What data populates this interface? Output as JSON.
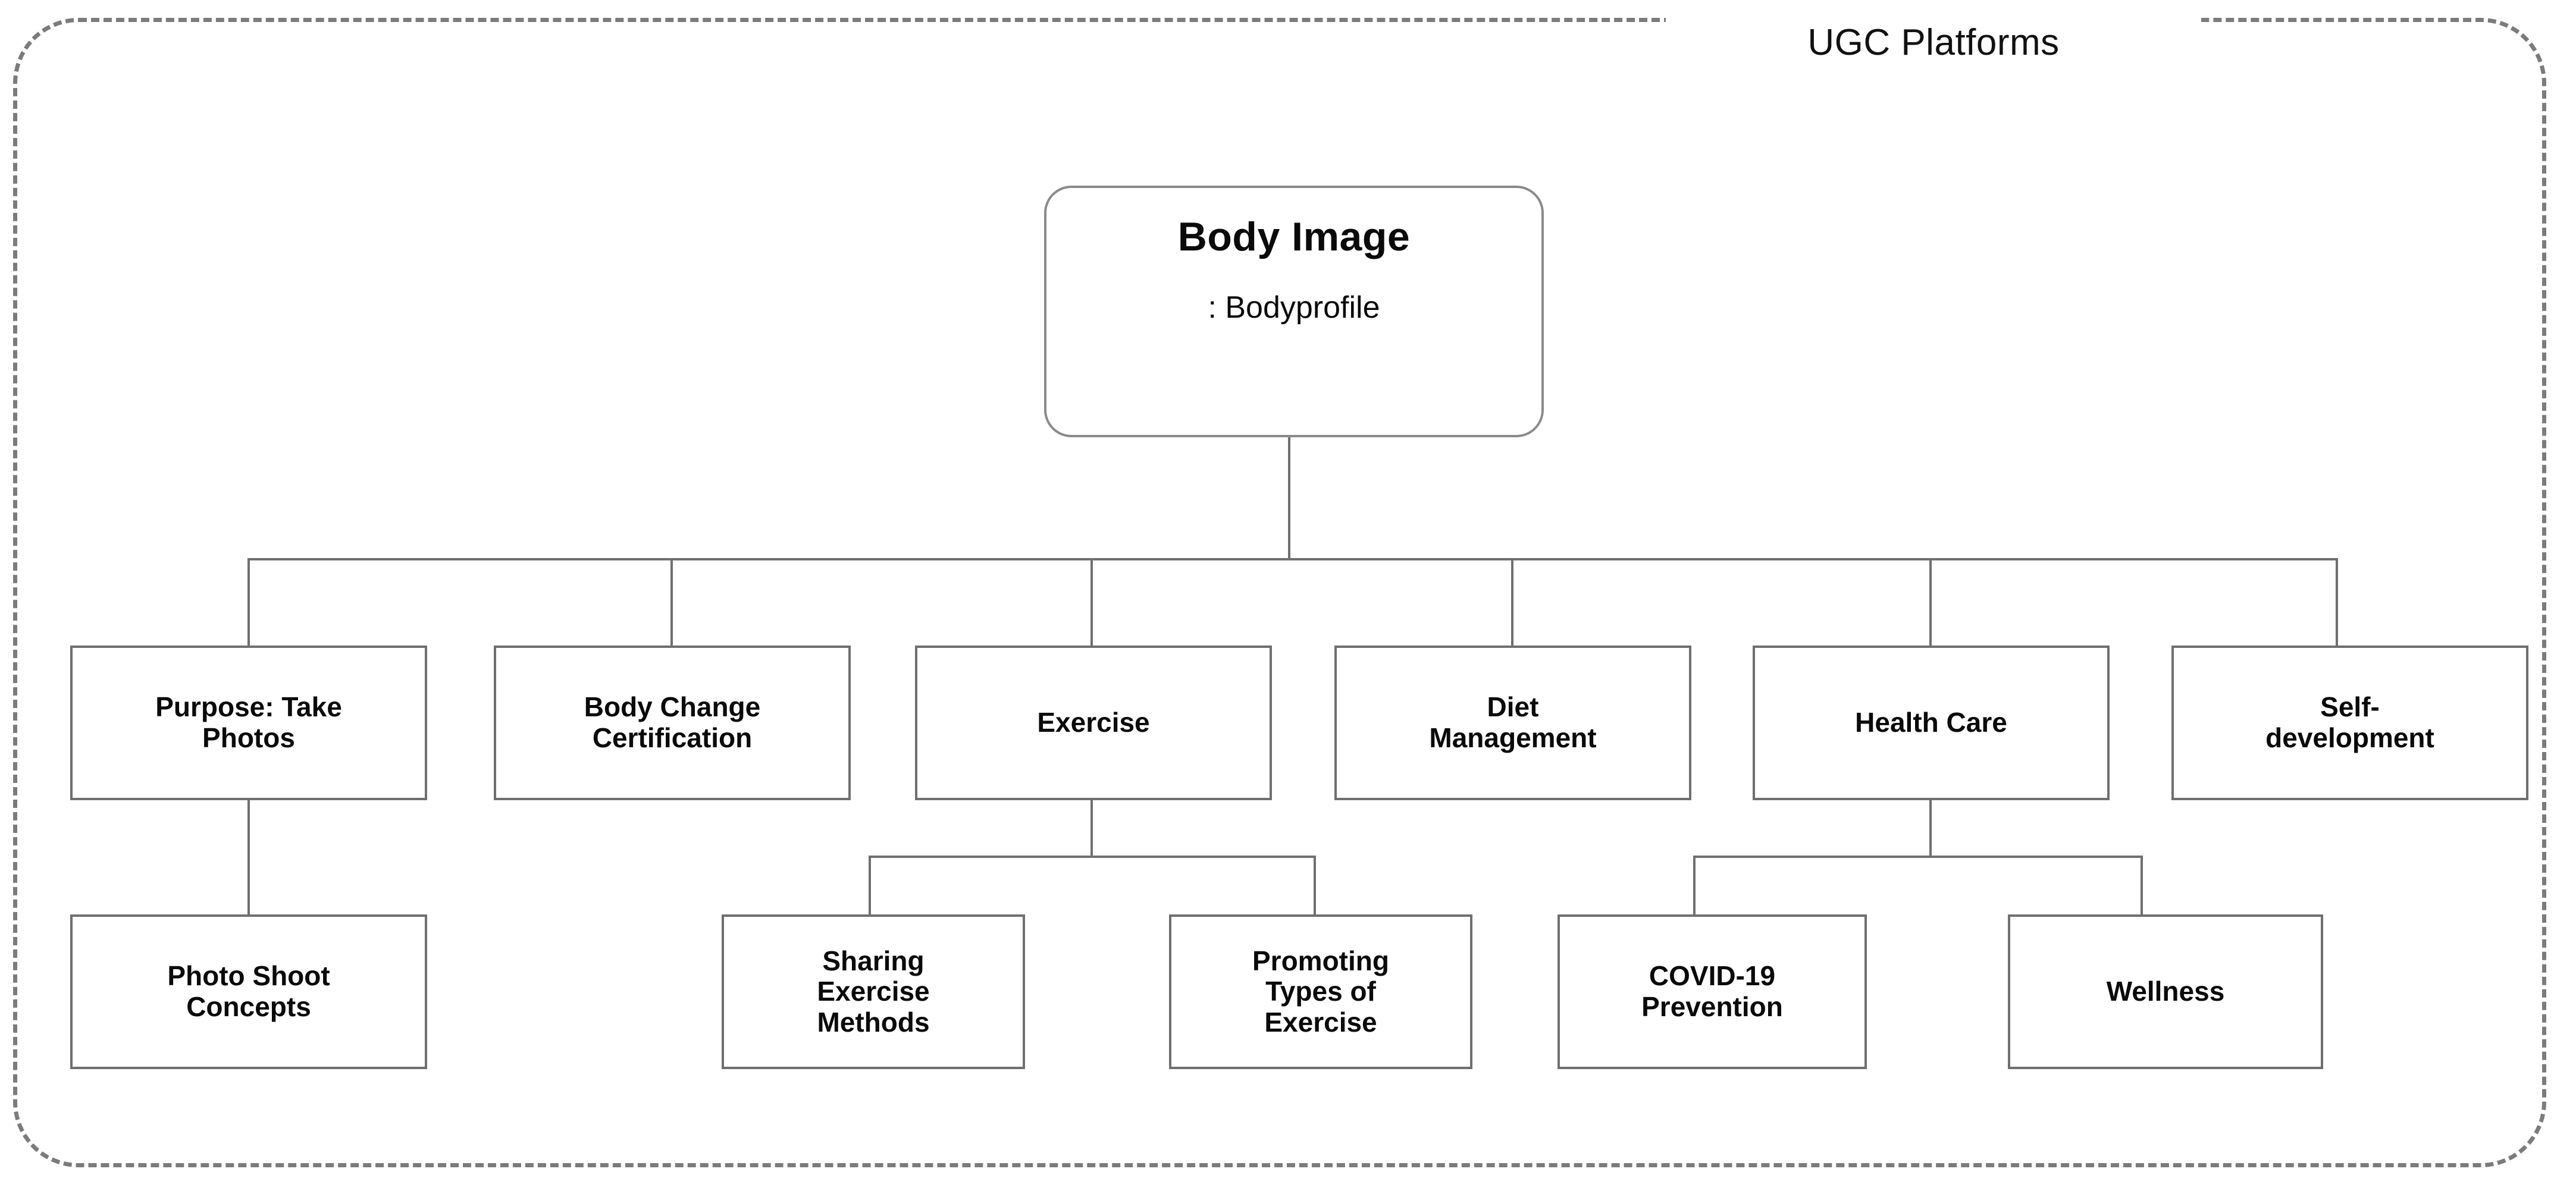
{
  "boundary": {
    "title": "UGC Platforms",
    "border_style": "dashed",
    "border_color": "#7b7b7b"
  },
  "chart_data": {
    "type": "diagram-tree",
    "title": "UGC Platforms",
    "root": {
      "title": "Body Image",
      "subtitle": ": Bodyprofile"
    },
    "level2": [
      {
        "label": "Purpose: Take Photos",
        "lines": [
          "Purpose: Take",
          "Photos"
        ]
      },
      {
        "label": "Body Change Certification",
        "lines": [
          "Body Change",
          "Certification"
        ]
      },
      {
        "label": "Exercise",
        "lines": [
          "Exercise"
        ]
      },
      {
        "label": "Diet Management",
        "lines": [
          "Diet",
          "Management"
        ]
      },
      {
        "label": "Health Care",
        "lines": [
          "Health Care"
        ]
      },
      {
        "label": "Self-development",
        "lines": [
          "Self-",
          "development"
        ]
      }
    ],
    "level3": [
      {
        "parent": "Purpose: Take Photos",
        "label": "Photo Shoot Concepts",
        "lines": [
          "Photo Shoot",
          "Concepts"
        ]
      },
      {
        "parent": "Exercise",
        "label": "Sharing Exercise Methods",
        "lines": [
          "Sharing",
          "Exercise",
          "Methods"
        ]
      },
      {
        "parent": "Exercise",
        "label": "Promoting Types of Exercise",
        "lines": [
          "Promoting",
          "Types of",
          "Exercise"
        ]
      },
      {
        "parent": "Health Care",
        "label": "COVID-19 Prevention",
        "lines": [
          "COVID-19",
          "Prevention"
        ]
      },
      {
        "parent": "Health Care",
        "label": "Wellness",
        "lines": [
          "Wellness"
        ]
      }
    ]
  },
  "nodes": {
    "root": {
      "title": "Body Image",
      "subtitle": ": Bodyprofile"
    },
    "purpose_take_photos": {
      "line1": "Purpose: Take",
      "line2": "Photos"
    },
    "body_change_certification": {
      "line1": "Body Change",
      "line2": "Certification"
    },
    "exercise": {
      "line1": "Exercise"
    },
    "diet_management": {
      "line1": "Diet",
      "line2": "Management"
    },
    "health_care": {
      "line1": "Health Care"
    },
    "self_development": {
      "line1": "Self-",
      "line2": "development"
    },
    "photo_shoot_concepts": {
      "line1": "Photo Shoot",
      "line2": "Concepts"
    },
    "sharing_exercise_methods": {
      "line1": "Sharing",
      "line2": "Exercise",
      "line3": "Methods"
    },
    "promoting_types_of_exercise": {
      "line1": "Promoting",
      "line2": "Types of",
      "line3": "Exercise"
    },
    "covid19_prevention": {
      "line1": "COVID-19",
      "line2": "Prevention"
    },
    "wellness": {
      "line1": "Wellness"
    }
  },
  "colors": {
    "node_border": "#6f6f6f",
    "connector": "#6f6f6f",
    "text": "#0a0a0a",
    "background": "#ffffff"
  }
}
